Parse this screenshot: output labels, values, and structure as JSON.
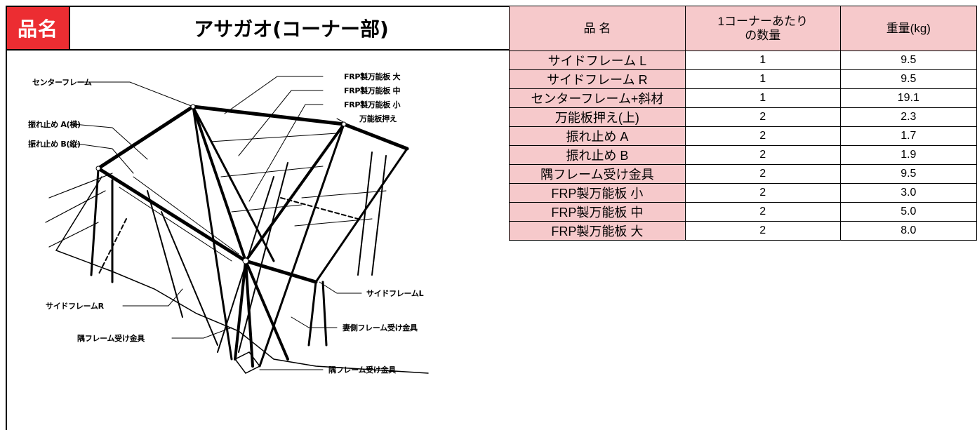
{
  "header": {
    "label": "品名",
    "title": "アサガオ(コーナー部)"
  },
  "colors": {
    "label_bg": "#ec2d32",
    "table_header_bg": "#f6c9cb"
  },
  "diagram": {
    "callouts": {
      "center_frame": "センターフレーム",
      "frp_large": "FRP製万能板 大",
      "frp_medium": "FRP製万能板 中",
      "frp_small": "FRP製万能板 小",
      "panel_holder": "万能板押え",
      "brace_a": "振れ止め A(横)",
      "brace_b": "振れ止め B(縦)",
      "side_frame_r": "サイドフレームR",
      "side_frame_l": "サイドフレームL",
      "rear_frame_bracket": "妻側フレーム受け金具",
      "corner_bracket_left": "隅フレーム受け金具",
      "corner_bracket_bottom": "隅フレーム受け金具"
    }
  },
  "table": {
    "headers": {
      "name": "品 名",
      "qty": "1コーナーあたり\nの数量",
      "weight": "重量(kg)"
    },
    "rows": [
      {
        "name": "サイドフレーム L",
        "qty": "1",
        "weight": "9.5"
      },
      {
        "name": "サイドフレーム R",
        "qty": "1",
        "weight": "9.5"
      },
      {
        "name": "センターフレーム+斜材",
        "qty": "1",
        "weight": "19.1"
      },
      {
        "name": "万能板押え(上)",
        "qty": "2",
        "weight": "2.3"
      },
      {
        "name": "振れ止め A",
        "qty": "2",
        "weight": "1.7"
      },
      {
        "name": "振れ止め B",
        "qty": "2",
        "weight": "1.9"
      },
      {
        "name": "隅フレーム受け金具",
        "qty": "2",
        "weight": "9.5"
      },
      {
        "name": "FRP製万能板 小",
        "qty": "2",
        "weight": "3.0"
      },
      {
        "name": "FRP製万能板 中",
        "qty": "2",
        "weight": "5.0"
      },
      {
        "name": "FRP製万能板 大",
        "qty": "2",
        "weight": "8.0"
      }
    ]
  }
}
